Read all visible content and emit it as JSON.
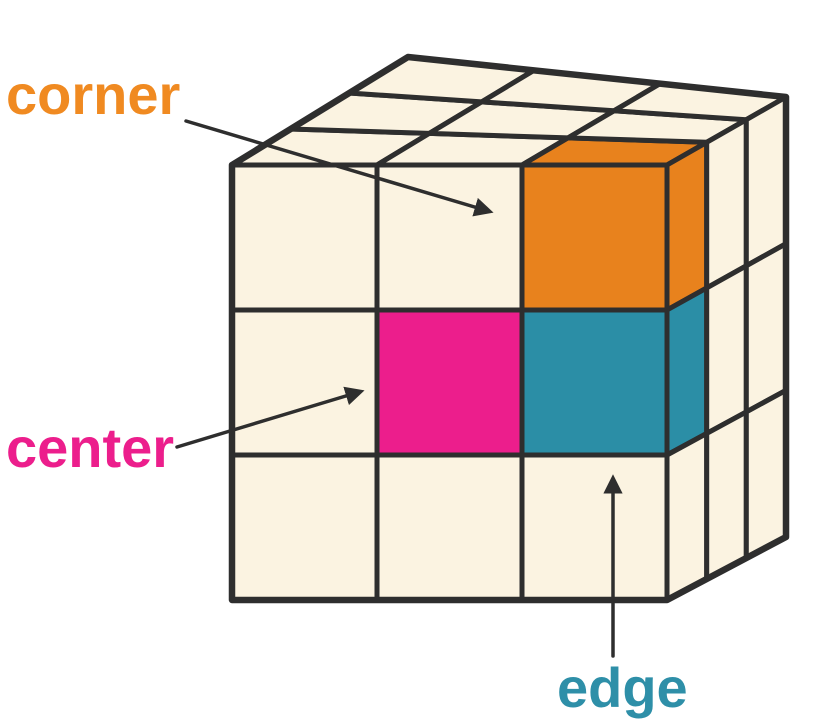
{
  "background": "#FFFFFF",
  "cube": {
    "face_color": "#FBF3E1",
    "outline_color": "#2E2E2E",
    "corner_color": "#E8821D",
    "center_color": "#EC1E8C",
    "edge_color": "#2B8EA6"
  },
  "arrows": {
    "color": "#2E2E2E"
  },
  "labels": {
    "corner": {
      "text": "corner",
      "color": "#F08A21"
    },
    "center": {
      "text": "center",
      "color": "#EC1E8C"
    },
    "edge": {
      "text": "edge",
      "color": "#2E8FA8"
    }
  }
}
